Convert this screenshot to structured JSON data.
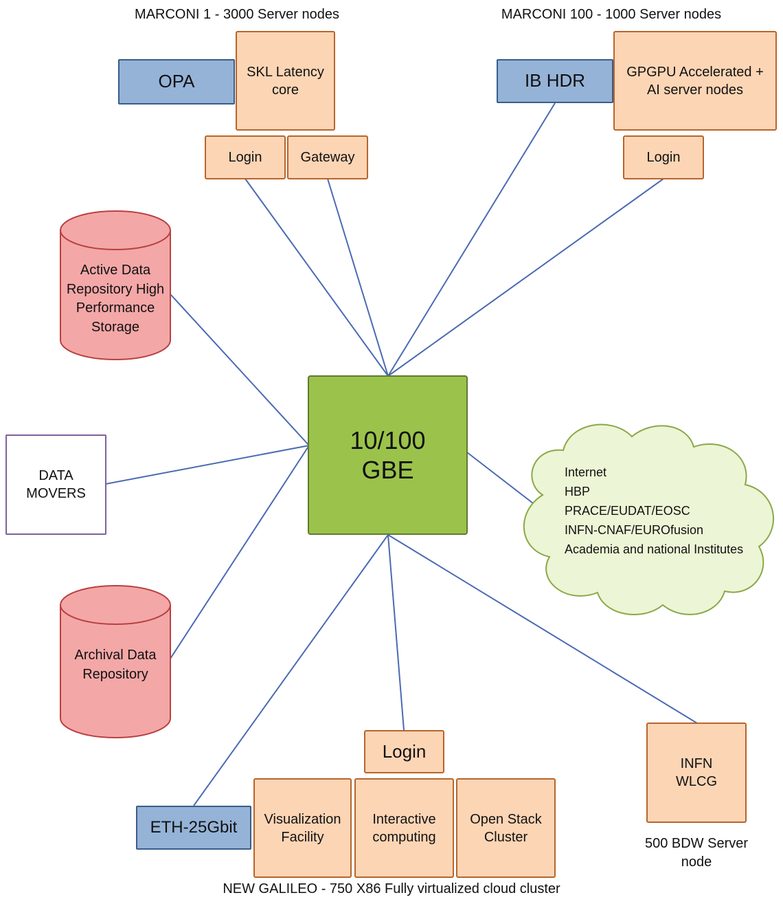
{
  "clusters": {
    "marconi1": {
      "caption": "MARCONI 1 - 3000 Server nodes",
      "interconnect": "OPA",
      "compute": "SKL Latency core",
      "login": "Login",
      "gateway": "Gateway"
    },
    "marconi100": {
      "caption": "MARCONI 100 - 1000 Server nodes",
      "interconnect": "IB HDR",
      "compute": "GPGPU Accelerated + AI server nodes",
      "login": "Login"
    },
    "galileo": {
      "caption": "NEW GALILEO - 750 X86 Fully virtualized cloud cluster",
      "interconnect": "ETH-25Gbit",
      "login": "Login",
      "visualization": "Visualization Facility",
      "interactive": "Interactive computing",
      "openstack": "Open Stack Cluster"
    },
    "infn": {
      "box": "INFN WLCG",
      "caption": "500 BDW Server node"
    }
  },
  "switch": {
    "label": "10/100 GBE"
  },
  "storage": {
    "active": "Active Data Repository High Performance Storage",
    "archival": "Archival Data Repository"
  },
  "data_movers": "DATA MOVERS",
  "external": {
    "items": [
      "Internet",
      "HBP",
      "PRACE/EUDAT/EOSC",
      "INFN-CNAF/EUROfusion",
      "Academia and national Institutes"
    ]
  },
  "colors": {
    "node_fill": "#fcd5b5",
    "node_border": "#b7652b",
    "interconnect_fill": "#95b3d7",
    "switch_fill": "#9bc34b",
    "storage_fill": "#f4a7a7",
    "cloud_fill": "#ecf5d5",
    "link_color": "#4a6ab3"
  }
}
